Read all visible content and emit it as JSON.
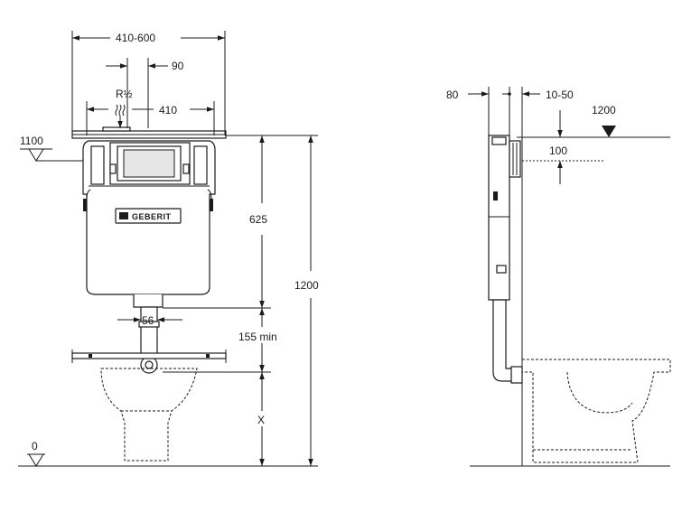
{
  "front_view": {
    "width_range_label": "410-600",
    "offset_label": "90",
    "connection_label": "R½",
    "frame_width_label": "410",
    "top_level_label": "1100",
    "height_label": "625",
    "pipe_diameter_label": "56",
    "min_clearance_label": "155 min",
    "total_height_label": "1200",
    "variable_label": "X",
    "floor_level_label": "0",
    "brand_label": "GEBERIT"
  },
  "side_view": {
    "depth_label": "80",
    "adjust_label": "10-50",
    "top_level_label": "1200",
    "offset_label": "100"
  }
}
